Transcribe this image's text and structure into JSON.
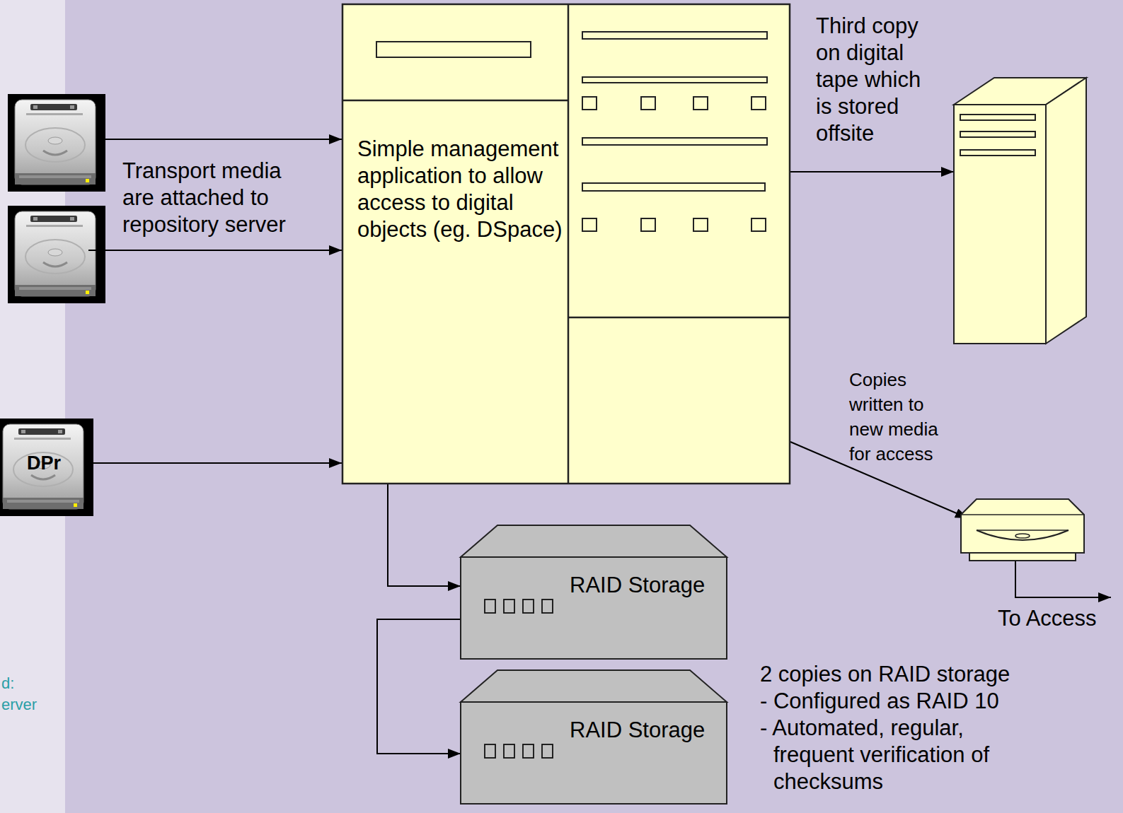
{
  "diagram": {
    "nodes": [
      {
        "text": [
          "Simple management application to allow access to digital objects (eg. DSpace)"
        ]
      },
      {
        "text": [
          "DPr"
        ]
      },
      {
        "text": [
          "Third copy on digital tape which is stored offsite"
        ]
      },
      {
        "text": [
          "Copies written to new media for access"
        ]
      },
      {
        "text": [
          "RAID Storage"
        ]
      },
      {
        "text": [
          "RAID Storage"
        ]
      }
    ],
    "edges": [
      {
        "from": 1,
        "to": 0,
        "arrow": "to"
      },
      {
        "from": 0,
        "to": 2,
        "arrow": "to"
      },
      {
        "from": 0,
        "to": 3,
        "arrow": "to"
      },
      {
        "from": 0,
        "to": 4,
        "arrow": "to"
      },
      {
        "from": 4,
        "to": 5,
        "arrow": "to"
      }
    ],
    "labels": [
      "Transport media are attached to repository server",
      "2 copies on RAID storage",
      "- Configured as RAID 10",
      "- Automated, regular, frequent verification of checksums",
      "To Access",
      "d:",
      "erver"
    ]
  }
}
